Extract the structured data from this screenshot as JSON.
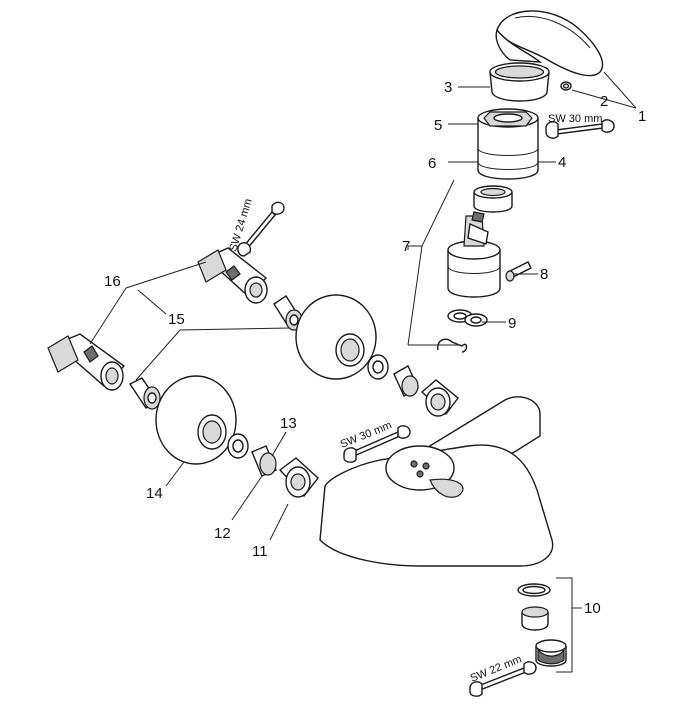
{
  "diagram": {
    "labels": [
      {
        "id": "1",
        "text": "1"
      },
      {
        "id": "2",
        "text": "2"
      },
      {
        "id": "3",
        "text": "3"
      },
      {
        "id": "4",
        "text": "4"
      },
      {
        "id": "5",
        "text": "5"
      },
      {
        "id": "6",
        "text": "6"
      },
      {
        "id": "7",
        "text": "7"
      },
      {
        "id": "8",
        "text": "8"
      },
      {
        "id": "9",
        "text": "9"
      },
      {
        "id": "10",
        "text": "10"
      },
      {
        "id": "11",
        "text": "11"
      },
      {
        "id": "12",
        "text": "12"
      },
      {
        "id": "13",
        "text": "13"
      },
      {
        "id": "14",
        "text": "14"
      },
      {
        "id": "15",
        "text": "15"
      },
      {
        "id": "16",
        "text": "16"
      }
    ],
    "wrenches": [
      {
        "id": "sw30-top",
        "text": "SW 30 mm"
      },
      {
        "id": "sw24",
        "text": "SW 24 mm"
      },
      {
        "id": "sw30-mid",
        "text": "SW 30 mm"
      },
      {
        "id": "sw22",
        "text": "SW 22 mm"
      }
    ]
  }
}
